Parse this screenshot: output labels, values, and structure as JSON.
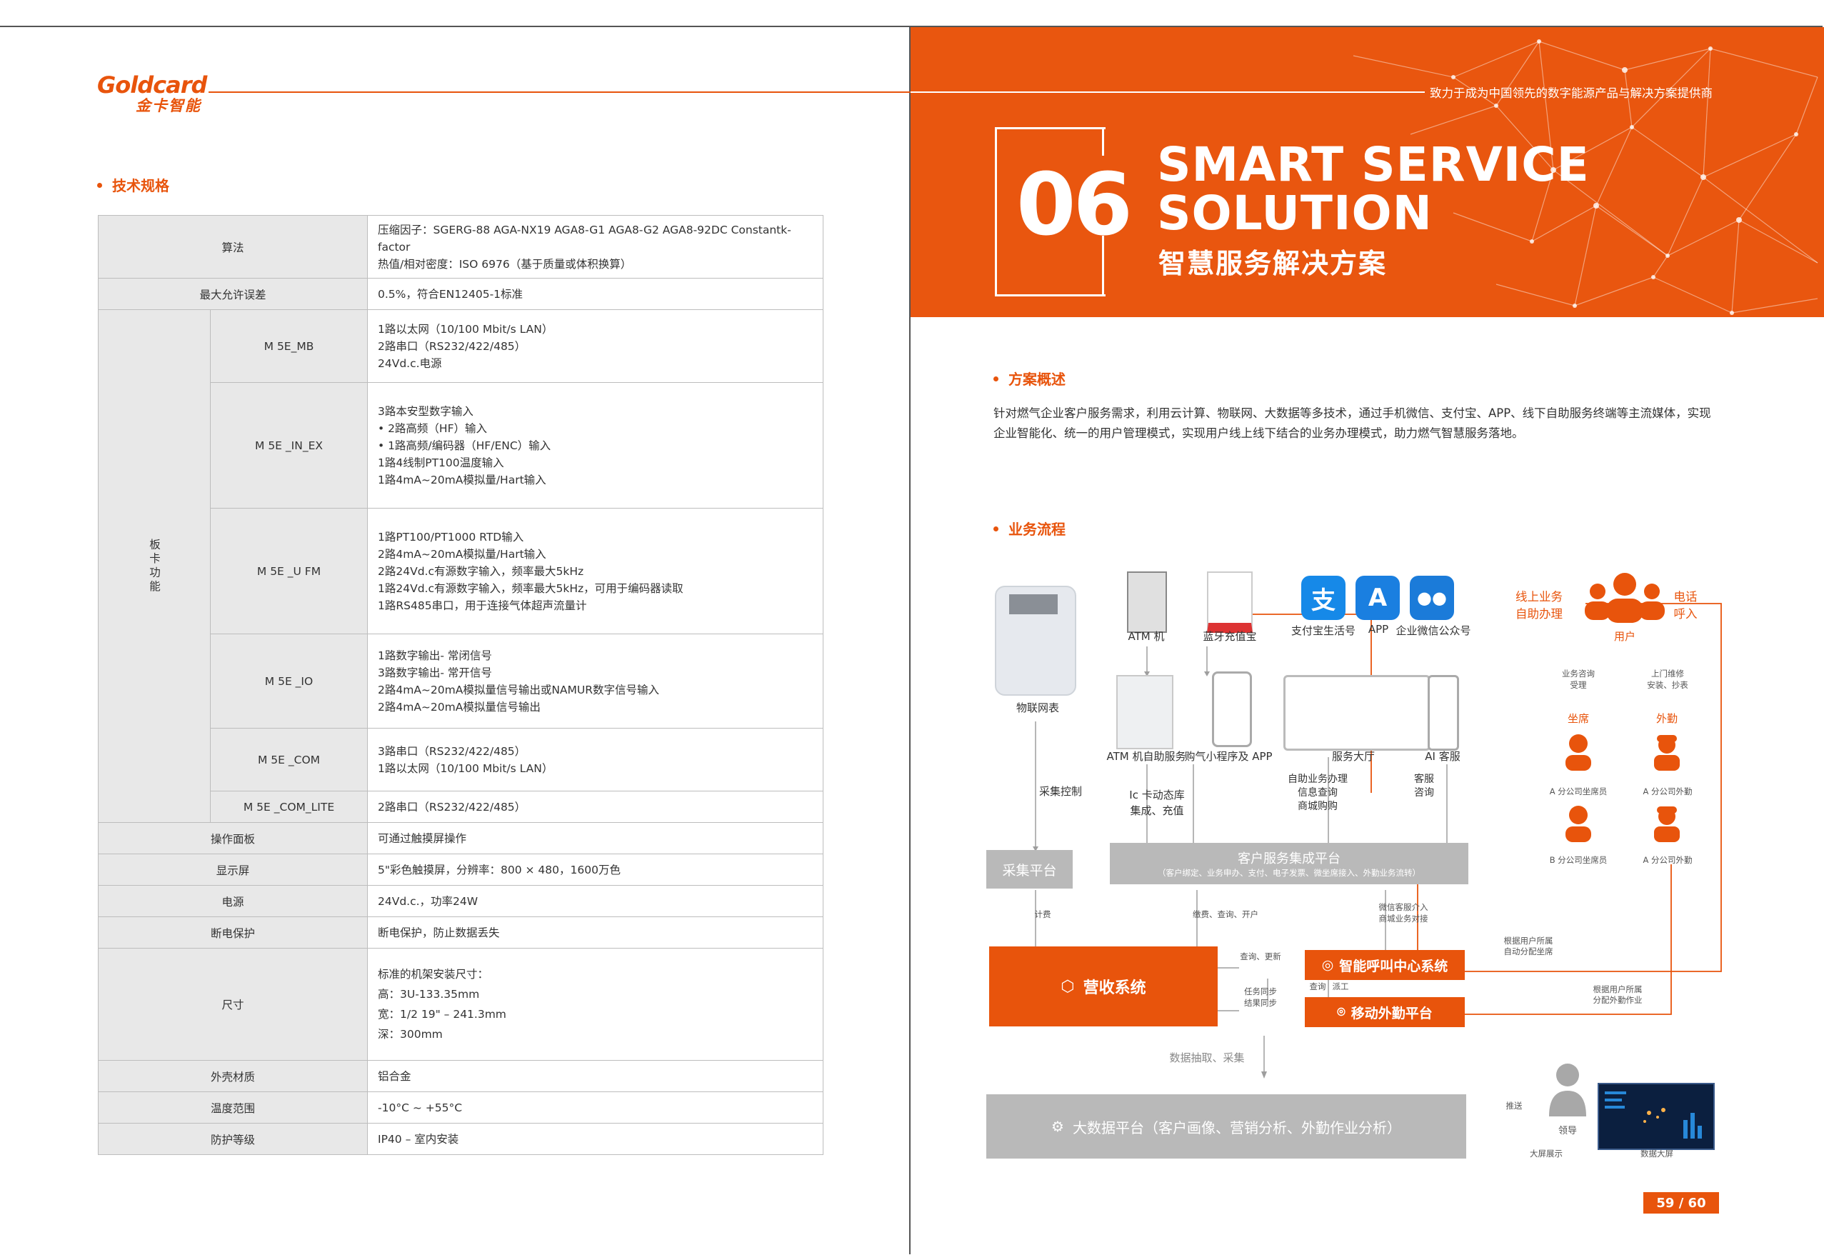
{
  "logo": {
    "word": "Goldcard",
    "cn": "金卡智能"
  },
  "left": {
    "section_title": "技术规格",
    "table": {
      "algorithm": {
        "label": "算法",
        "lines": [
          "压缩因子：SGERG-88 AGA-NX19 AGA8-G1 AGA8-G2 AGA8-92DC Constantk-factor",
          "热值/相对密度：ISO 6976（基于质量或体积换算）"
        ]
      },
      "max_error": {
        "label": "最大允许误差",
        "value": "0.5%，符合EN12405-1标准"
      },
      "board_group": "板卡功能",
      "boards": [
        {
          "name": "M 5E_MB",
          "lines": [
            "1路以太网（10/100 Mbit/s LAN）",
            "2路串口（RS232/422/485）",
            "24Vd.c.电源"
          ]
        },
        {
          "name": "M 5E _IN_EX",
          "lines": [
            "3路本安型数字输入",
            "• 2路高频（HF）输入",
            "• 1路高频/编码器（HF/ENC）输入",
            "1路4线制PT100温度输入",
            "1路4mA~20mA模拟量/Hart输入"
          ]
        },
        {
          "name": "M 5E _U FM",
          "lines": [
            "1路PT100/PT1000 RTD输入",
            "2路4mA~20mA模拟量/Hart输入",
            "2路24Vd.c有源数字输入，频率最大5kHz",
            "1路24Vd.c有源数字输入，频率最大5kHz，可用于编码器读取",
            "1路RS485串口，用于连接气体超声流量计"
          ]
        },
        {
          "name": "M 5E _IO",
          "lines": [
            "1路数字输出- 常闭信号",
            "3路数字输出- 常开信号",
            "2路4mA~20mA模拟量信号输出或NAMUR数字信号输入",
            "2路4mA~20mA模拟量信号输出"
          ]
        },
        {
          "name": "M 5E _COM",
          "lines": [
            "3路串口（RS232/422/485）",
            "1路以太网（10/100 Mbit/s LAN）"
          ]
        },
        {
          "name": "M 5E _COM_LITE",
          "lines": [
            "2路串口（RS232/422/485）"
          ]
        }
      ],
      "rows": [
        {
          "label": "操作面板",
          "value": "可通过触摸屏操作"
        },
        {
          "label": "显示屏",
          "value": "5\"彩色触摸屏，分辨率：800 × 480，1600万色"
        },
        {
          "label": "电源",
          "value": "24Vd.c.，功率24W"
        },
        {
          "label": "断电保护",
          "value": "断电保护，防止数据丢失"
        }
      ],
      "size": {
        "label": "尺寸",
        "lines": [
          "标准的机架安装尺寸：",
          "高：3U-133.35mm",
          "宽：1/2 19\" – 241.3mm",
          "深：300mm"
        ]
      },
      "rows2": [
        {
          "label": "外壳材质",
          "value": "铝合金"
        },
        {
          "label": "温度范围",
          "value": "-10°C ~ +55°C"
        },
        {
          "label": "防护等级",
          "value": "IP40 – 室内安装"
        }
      ]
    }
  },
  "right": {
    "tagline": "致力于成为中国领先的数字能源产品与解决方案提供商",
    "chapter_num": "06",
    "title_en_1": "SMART SERVICE",
    "title_en_2": "SOLUTION",
    "title_cn": "智慧服务解决方案",
    "overview_title": "方案概述",
    "overview_lines": [
      "针对燃气企业客户服务需求，利用云计算、物联网、大数据等多技术，通过手机微信、支付宝、APP、线下自助服务终端等主流媒体，实现",
      "企业智能化、统一的用户管理模式，实现用户线上线下结合的业务办理模式，助力燃气智慧服务落地。"
    ],
    "flow_title": "业务流程",
    "flow": {
      "iot_meter": "物联网表",
      "atm": "ATM 机",
      "bt": "蓝牙充值宝",
      "alipay": "支付宝生活号",
      "app": "APP",
      "wechat": "企业微信公众号",
      "atm_service": "ATM 机自助服务",
      "mini": "购气小程序及 APP",
      "hall": "服务大厅",
      "ai": "AI 客服",
      "collect_ctrl": "采集控制",
      "ic": [
        "Ic 卡动态库",
        "集成、充值"
      ],
      "self_service": [
        "自助业务办理",
        "信息查询",
        "商城购购"
      ],
      "consult": [
        "客服",
        "咨询"
      ],
      "collect_platform": "采集平台",
      "csi_title": "客户服务集成平台",
      "csi_sub": "（客户绑定、业务申办、支付、电子发票、微坐席接入、外勤业务流转）",
      "billing_in": "计费",
      "pay_query": "缴费、查询、开户",
      "wx_cs": [
        "微信客服介入",
        "商城业务对接"
      ],
      "query_update": "查询、更新",
      "task_sync": [
        "任务同步",
        "结果同步"
      ],
      "query": "查询",
      "dispatch": "派工",
      "sales": "营收系统",
      "callcenter": "智能呼叫中心系统",
      "mobile": "移动外勤平台",
      "online": [
        "线上业务",
        "自助办理"
      ],
      "phone": [
        "电话",
        "呼入"
      ],
      "user": "用户",
      "user_consult": [
        "业务咨询",
        "受理"
      ],
      "user_repair": [
        "上门维修",
        "安装、抄表"
      ],
      "seat": "坐席",
      "field": "外勤",
      "seat_a": "A 分公司坐席员",
      "seat_b": "B 分公司坐席员",
      "field_a1": "A 分公司外勤",
      "field_a2": "A 分公司外勤",
      "assign_seat": [
        "根据用户所属",
        "自动分配坐席"
      ],
      "assign_job": [
        "根据用户所属",
        "分配外勤作业"
      ],
      "extract": "数据抽取、采集",
      "bigdata": "大数据平台（客户画像、营销分析、外勤作业分析）",
      "push": "推送",
      "leader": "领导",
      "screen_show": "大屏展示",
      "screen": "数据大屏"
    },
    "page_number": "59 / 60"
  }
}
